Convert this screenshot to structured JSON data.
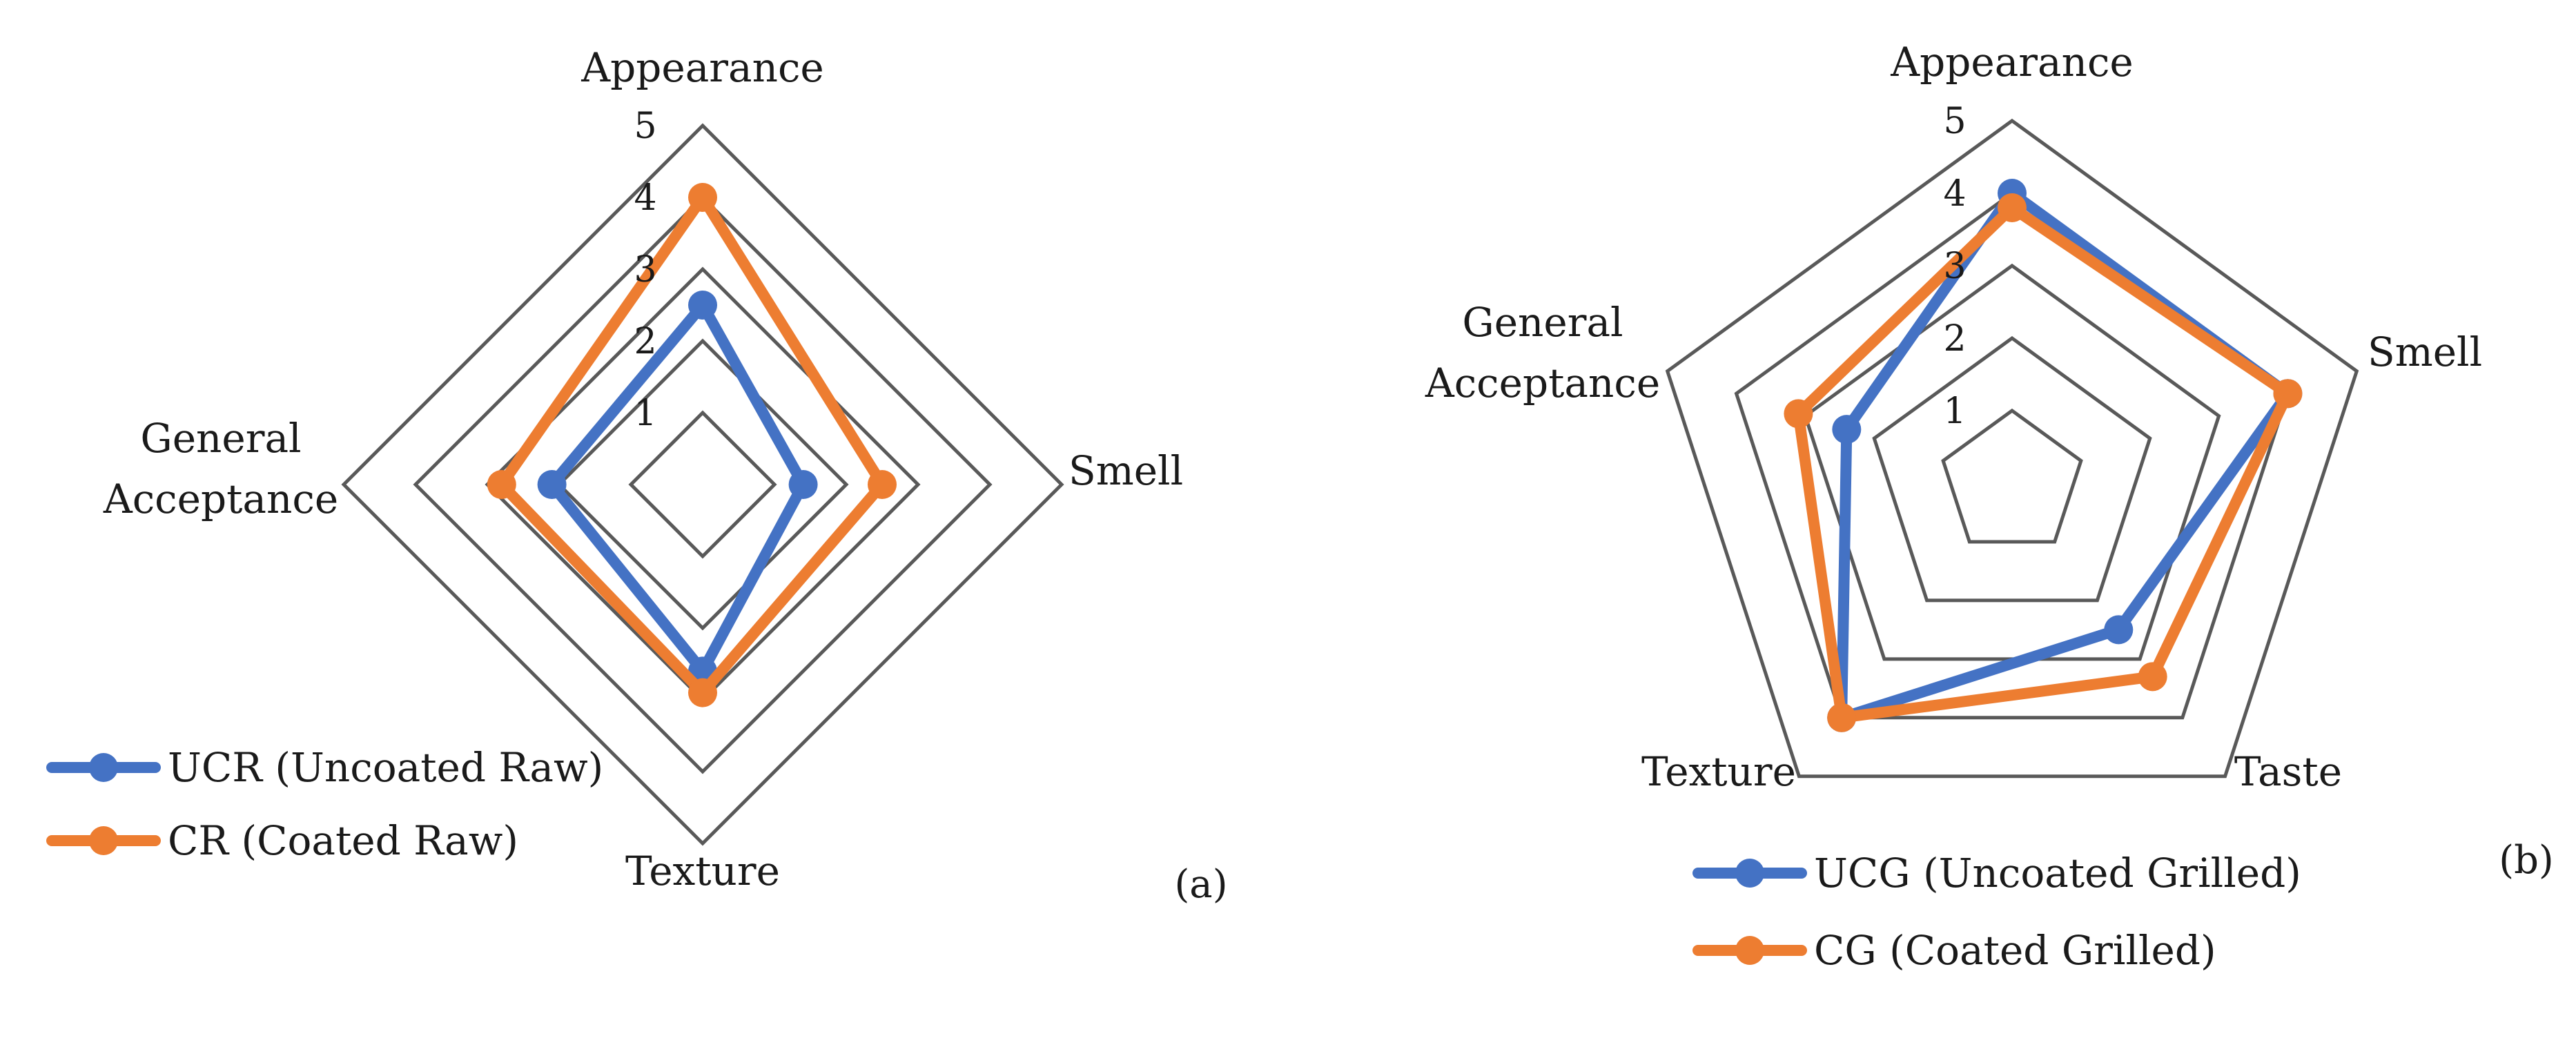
{
  "colors": {
    "blue": "#4472C4",
    "orange": "#ED7D31",
    "grid": "#595959"
  },
  "chart_data": [
    {
      "type": "radar",
      "panel_label": "(a)",
      "axes": [
        "Appearance",
        "Smell",
        "Texture",
        "General Acceptance"
      ],
      "axes_display": [
        [
          "Appearance"
        ],
        [
          "Smell"
        ],
        [
          "Texture"
        ],
        [
          "General",
          "Acceptance"
        ]
      ],
      "range": [
        0,
        5
      ],
      "ticks": [
        "1",
        "2",
        "3",
        "4",
        "5"
      ],
      "series": [
        {
          "name": "UCR (Uncoated Raw)",
          "color": "#4472C4",
          "values": [
            2.5,
            1.4,
            2.6,
            2.1
          ]
        },
        {
          "name": "CR (Coated Raw)",
          "color": "#ED7D31",
          "values": [
            4.0,
            2.5,
            2.9,
            2.8
          ]
        }
      ],
      "legend_position": "bottom-left"
    },
    {
      "type": "radar",
      "panel_label": "(b)",
      "axes": [
        "Appearance",
        "Smell",
        "Taste",
        "Texture",
        "General Acceptance"
      ],
      "axes_display": [
        [
          "Appearance"
        ],
        [
          "Smell"
        ],
        [
          "Taste"
        ],
        [
          "Texture"
        ],
        [
          "General",
          "Acceptance"
        ]
      ],
      "range": [
        0,
        5
      ],
      "ticks": [
        "1",
        "2",
        "3",
        "4",
        "5"
      ],
      "series": [
        {
          "name": "UCG (Uncoated Grilled)",
          "color": "#4472C4",
          "values": [
            4.0,
            4.0,
            2.5,
            4.0,
            2.4
          ]
        },
        {
          "name": "CG (Coated Grilled)",
          "color": "#ED7D31",
          "values": [
            3.8,
            4.0,
            3.3,
            4.0,
            3.1
          ]
        }
      ],
      "legend_position": "bottom-left"
    }
  ]
}
